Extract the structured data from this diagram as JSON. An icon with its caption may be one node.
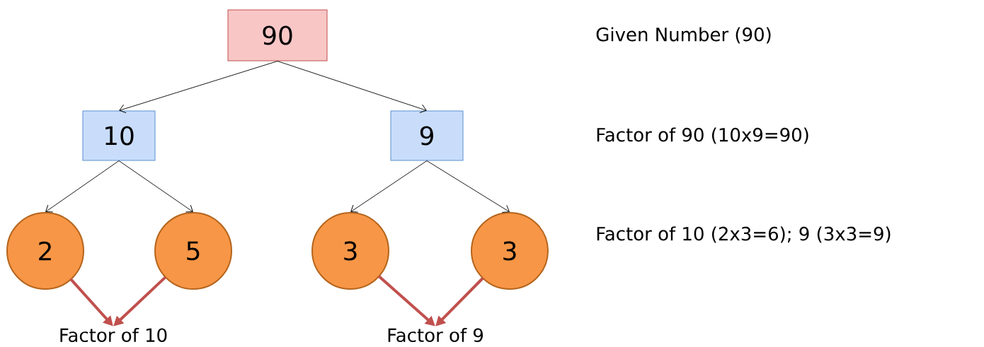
{
  "diagram": {
    "nodes": [
      {
        "text": [
          "90"
        ]
      },
      {
        "text": [
          "10"
        ]
      },
      {
        "text": [
          "9"
        ]
      },
      {
        "text": [
          "2"
        ]
      },
      {
        "text": [
          "5"
        ]
      },
      {
        "text": [
          "3"
        ]
      },
      {
        "text": [
          "3"
        ]
      },
      {
        "text": [
          "Factor of 10"
        ]
      },
      {
        "text": [
          "Factor of 9"
        ]
      }
    ],
    "edges": [
      {
        "from": 0,
        "to": 1,
        "arrow": "to"
      },
      {
        "from": 0,
        "to": 2,
        "arrow": "to"
      },
      {
        "from": 1,
        "to": 3,
        "arrow": "to"
      },
      {
        "from": 1,
        "to": 4,
        "arrow": "to"
      },
      {
        "from": 2,
        "to": 5,
        "arrow": "to"
      },
      {
        "from": 2,
        "to": 6,
        "arrow": "to"
      },
      {
        "from": 3,
        "to": 7,
        "arrow": "to",
        "style": "thick",
        "color": "#c0504d"
      },
      {
        "from": 4,
        "to": 7,
        "arrow": "to",
        "style": "thick",
        "color": "#c0504d"
      },
      {
        "from": 5,
        "to": 8,
        "arrow": "to",
        "style": "thick",
        "color": "#c0504d"
      },
      {
        "from": 6,
        "to": 8,
        "arrow": "to",
        "style": "thick",
        "color": "#c0504d"
      }
    ],
    "labels": [
      "Given Number (90)",
      "Factor of 90 (10x9=90)",
      "Factor of 10 (2x3=6); 9 (3x3=9)"
    ]
  }
}
